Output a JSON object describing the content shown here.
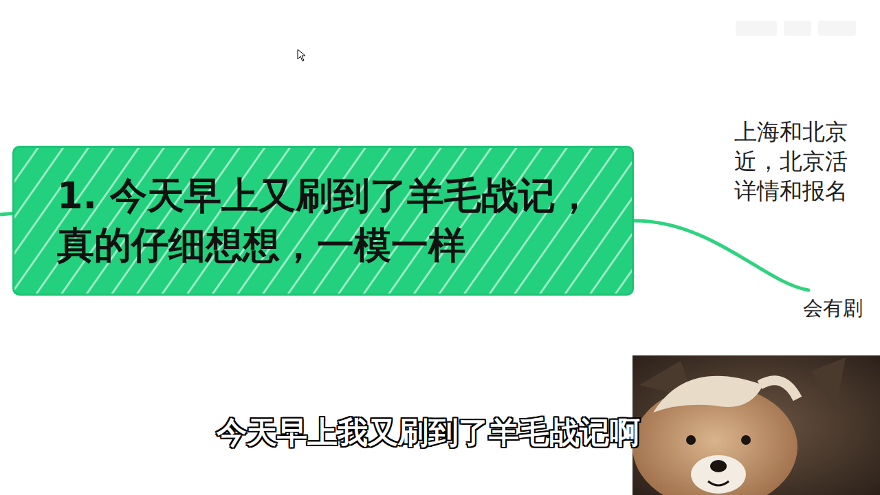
{
  "diagram": {
    "nodes": [
      {
        "text": [
          "1. 今天早上又刷到了羊毛战记， 真的仔细想想，一模一样"
        ]
      },
      {
        "text": [
          "上海和北京 近，北京活 详情和报名"
        ]
      },
      {
        "text": [
          "会有剧"
        ]
      }
    ],
    "edges": [
      {
        "from": 0,
        "to": 2,
        "arrow": "none"
      }
    ],
    "labels": [
      "今天早上我又刷到了羊毛战记啊"
    ]
  }
}
